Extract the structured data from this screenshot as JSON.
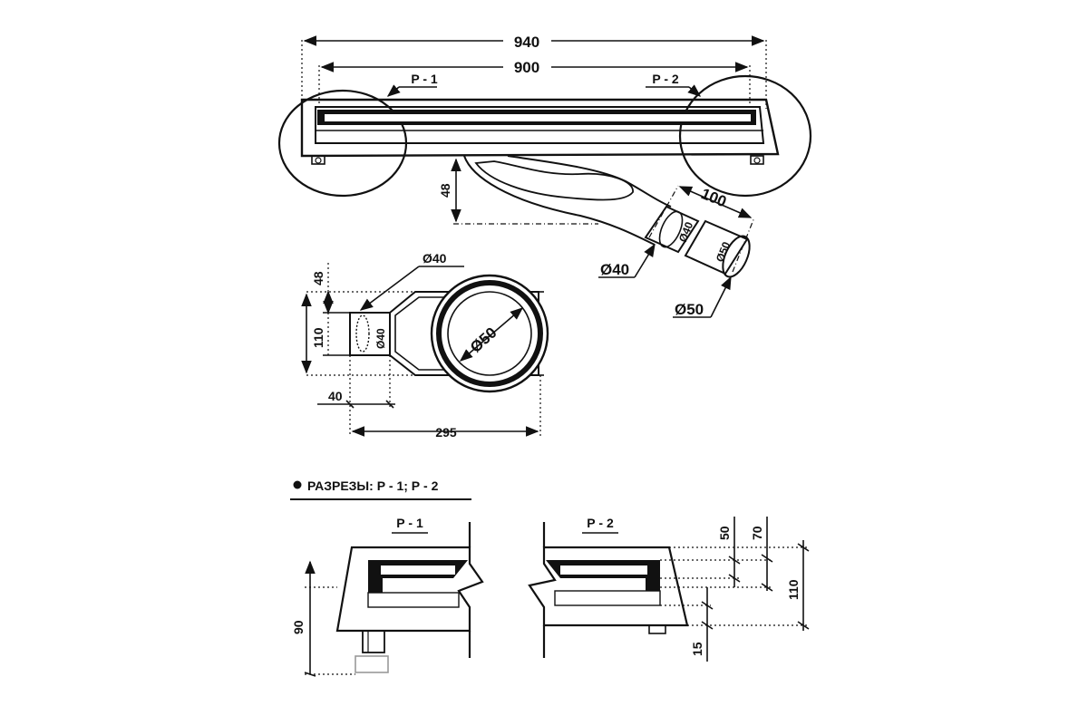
{
  "dimensions": {
    "overall_length": "940",
    "inner_length": "900",
    "section_left": "P - 1",
    "section_right": "P - 2",
    "outlet_height": "48",
    "outlet_length": "100",
    "outlet_d40": "Ø40",
    "outlet_d50": "Ø50",
    "pipe_d40_small": "Ø40",
    "pipe_d50_small": "Ø50"
  },
  "plan": {
    "d40_label": "Ø40",
    "d40_inner": "Ø40",
    "d50_label": "Ø50",
    "height_48": "48",
    "height_110": "110",
    "width_40": "40",
    "width_295": "295"
  },
  "sections": {
    "heading": "РАЗРЕЗЫ: Р - 1; Р - 2",
    "left_title": "Р - 1",
    "right_title": "Р - 2",
    "height_90": "90",
    "dim_50": "50",
    "dim_70": "70",
    "dim_110": "110",
    "dim_15": "15"
  }
}
